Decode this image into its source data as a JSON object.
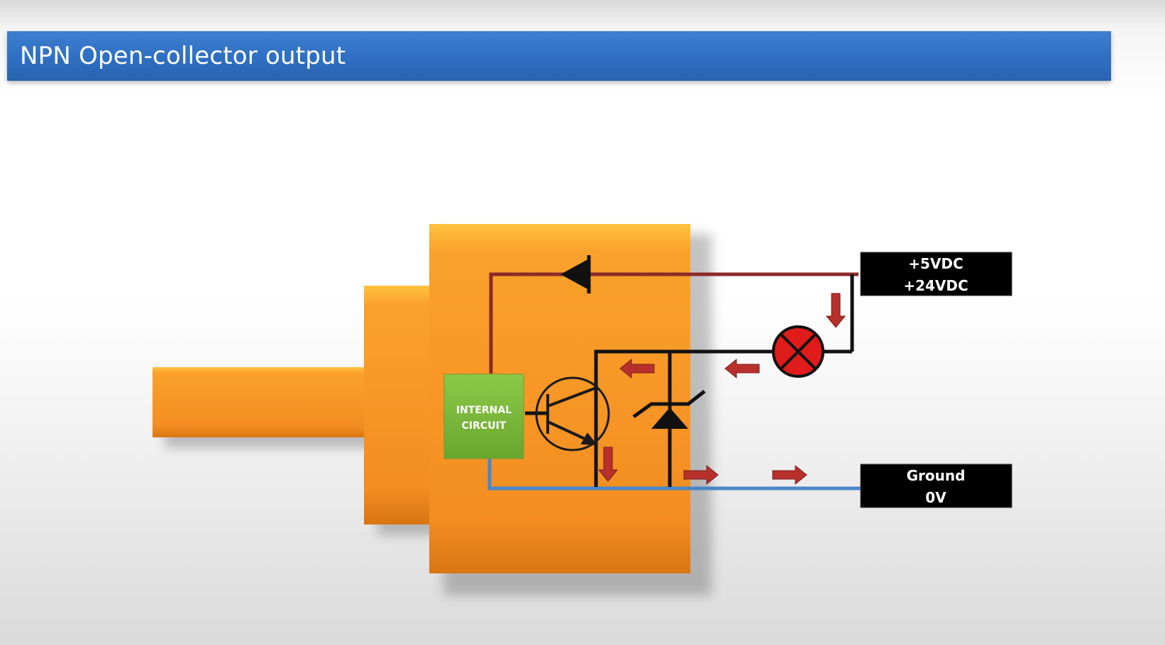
{
  "slide": {
    "title": "NPN Open-collector output"
  },
  "diagram": {
    "internal_circuit_label_line1": "INTERNAL",
    "internal_circuit_label_line2": "CIRCUIT",
    "supply_label_line1": "+5VDC",
    "supply_label_line2": "+24VDC",
    "ground_label_line1": "Ground",
    "ground_label_line2": "0V"
  },
  "colors": {
    "title_bar": "#2f6fc2",
    "sensor_body": "#f39223",
    "internal_circuit": "#7dbb3a",
    "supply_wire": "#8b2a2a",
    "ground_wire": "#4a86c8",
    "current_arrow": "#b8302b",
    "lamp": "#e01b1b",
    "terminal_label_bg": "#000000"
  },
  "icons": [
    "diode-icon",
    "npn-transistor-icon",
    "zener-diode-icon",
    "lamp-icon",
    "current-arrow-icon"
  ]
}
